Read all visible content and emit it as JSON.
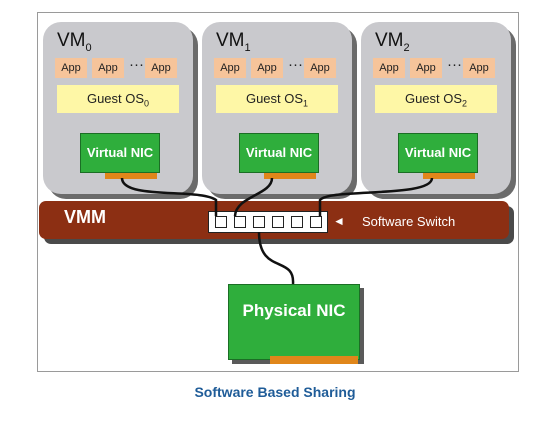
{
  "vms": [
    {
      "name": "VM",
      "sub": "0",
      "apps": [
        "App",
        "App",
        "App"
      ],
      "dots": "···",
      "guest": "Guest OS",
      "guest_sub": "0",
      "vnic": "Virtual NIC"
    },
    {
      "name": "VM",
      "sub": "1",
      "apps": [
        "App",
        "App",
        "App"
      ],
      "dots": "···",
      "guest": "Guest OS",
      "guest_sub": "1",
      "vnic": "Virtual NIC"
    },
    {
      "name": "VM",
      "sub": "2",
      "apps": [
        "App",
        "App",
        "App"
      ],
      "dots": "···",
      "guest": "Guest OS",
      "guest_sub": "2",
      "vnic": "Virtual NIC"
    }
  ],
  "vmm": {
    "label": "VMM"
  },
  "switch": {
    "label": "Software Switch",
    "arrow": "◄"
  },
  "pnic": {
    "label": "Physical NIC"
  },
  "caption": "Software Based Sharing",
  "colors": {
    "vm_box": "#c9c9cd",
    "app": "#f6c49a",
    "guest": "#fef7a6",
    "nic": "#2fae3c",
    "nic_bar": "#e0861a",
    "vmm": "#8c2f13",
    "caption": "#1f5c98"
  }
}
